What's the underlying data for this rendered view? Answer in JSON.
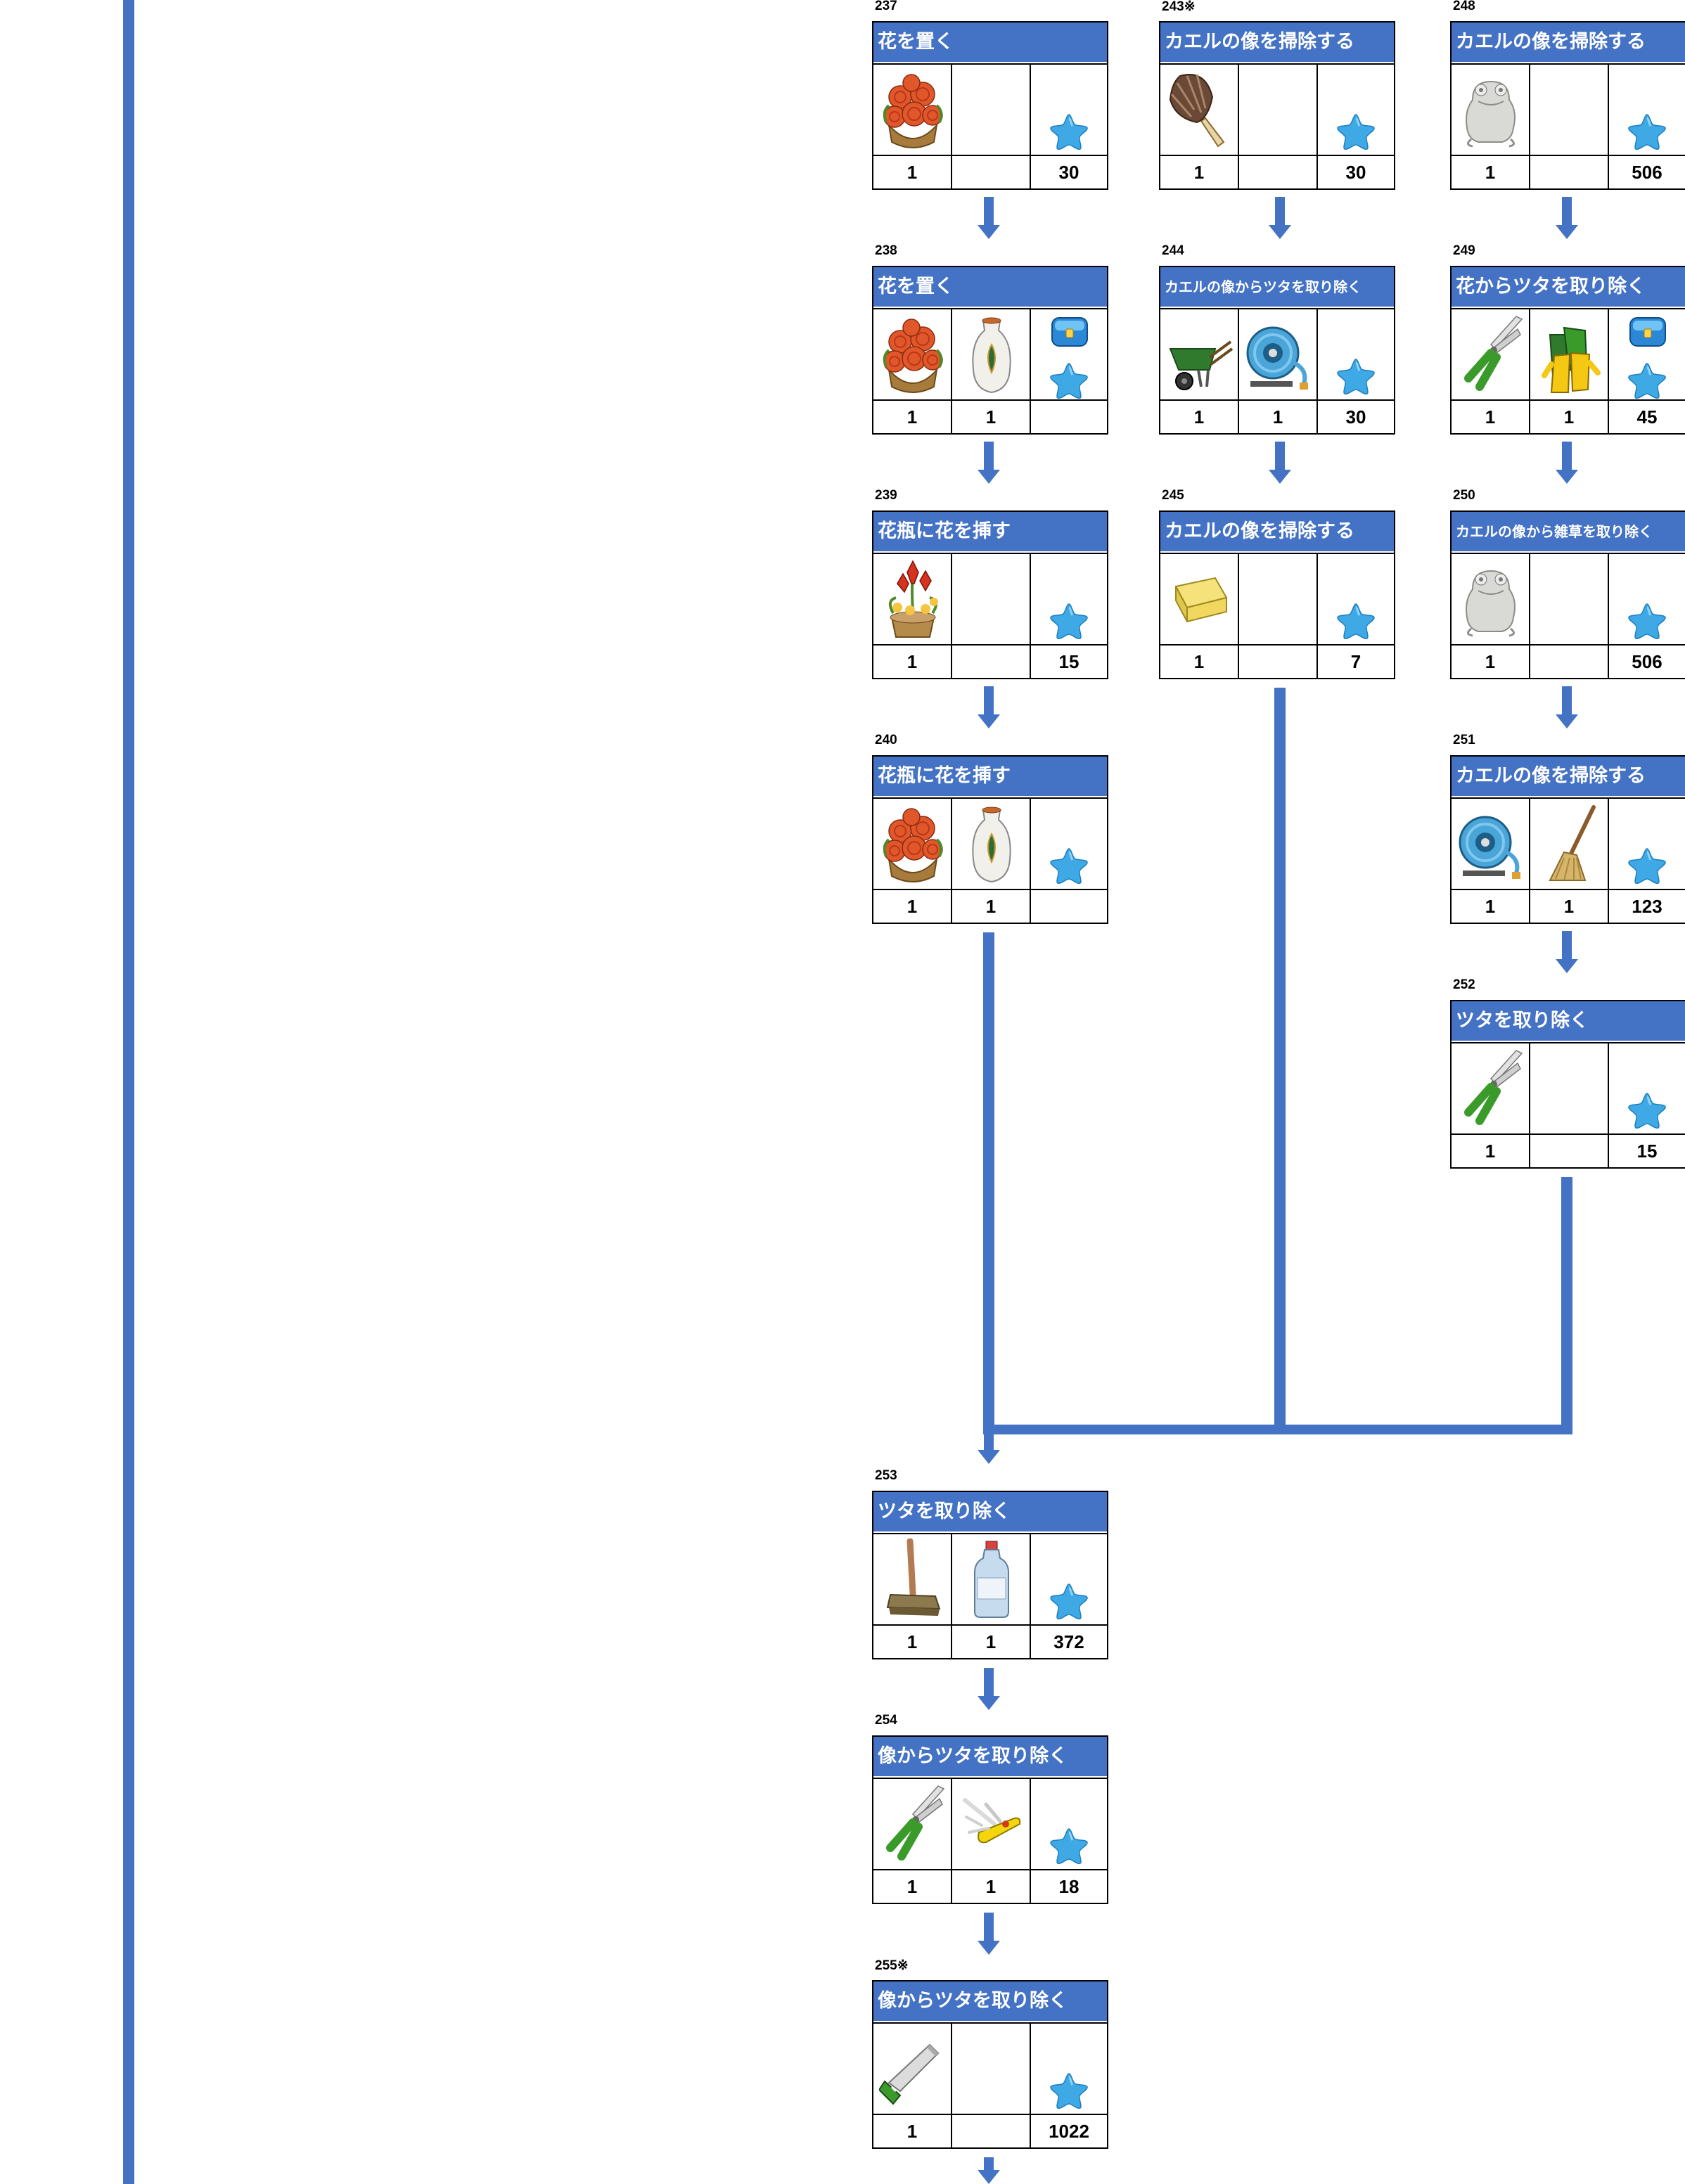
{
  "colors": {
    "accent": "#4472c4",
    "star": "#3fa9e6",
    "border": "#000000"
  },
  "cards": {
    "c237": {
      "num": "237",
      "title": "花を置く",
      "q1": "1",
      "q2": "",
      "q3": "30",
      "items": [
        "flower-basket-icon",
        "",
        "star-icon"
      ]
    },
    "c238": {
      "num": "238",
      "title": "花を置く",
      "q1": "1",
      "q2": "1",
      "q3": "",
      "items": [
        "flower-basket-icon",
        "vase-icon",
        "chest-icon"
      ]
    },
    "c239": {
      "num": "239",
      "title": "花瓶に花を挿す",
      "q1": "1",
      "q2": "",
      "q3": "15",
      "items": [
        "flower-pot-icon",
        "",
        "star-icon"
      ]
    },
    "c240": {
      "num": "240",
      "title": "花瓶に花を挿す",
      "q1": "1",
      "q2": "1",
      "q3": "",
      "items": [
        "flower-basket-icon",
        "vase-icon",
        "star-icon"
      ]
    },
    "c243": {
      "num": "243※",
      "title": "カエルの像を掃除する",
      "q1": "1",
      "q2": "",
      "q3": "30",
      "items": [
        "feather-duster-icon",
        "",
        "star-icon"
      ]
    },
    "c244": {
      "num": "244",
      "title": "カエルの像からツタを取り除く",
      "q1": "1",
      "q2": "1",
      "q3": "30",
      "items": [
        "wheelbarrow-icon",
        "hose-reel-icon",
        "star-icon"
      ]
    },
    "c245": {
      "num": "245",
      "title": "カエルの像を掃除する",
      "q1": "1",
      "q2": "",
      "q3": "7",
      "items": [
        "sponge-icon",
        "",
        "star-icon"
      ]
    },
    "c248": {
      "num": "248",
      "title": "カエルの像を掃除する",
      "q1": "1",
      "q2": "",
      "q3": "506",
      "items": [
        "frog-statue-icon",
        "",
        "star-icon"
      ]
    },
    "c249": {
      "num": "249",
      "title": "花からツタを取り除く",
      "q1": "1",
      "q2": "1",
      "q3": "45",
      "items": [
        "pruning-shears-icon",
        "gloves-icon",
        "chest-icon"
      ]
    },
    "c250": {
      "num": "250",
      "title": "カエルの像から雑草を取り除く",
      "q1": "1",
      "q2": "",
      "q3": "506",
      "items": [
        "frog-statue-icon",
        "",
        "star-icon"
      ]
    },
    "c251": {
      "num": "251",
      "title": "カエルの像を掃除する",
      "q1": "1",
      "q2": "1",
      "q3": "123",
      "items": [
        "hose-reel-icon",
        "mop-icon",
        "star-icon"
      ]
    },
    "c252": {
      "num": "252",
      "title": "ツタを取り除く",
      "q1": "1",
      "q2": "",
      "q3": "15",
      "items": [
        "pruning-shears-icon",
        "",
        "star-icon"
      ]
    },
    "c253": {
      "num": "253",
      "title": "ツタを取り除く",
      "q1": "1",
      "q2": "1",
      "q3": "372",
      "items": [
        "broom-icon",
        "spray-bottle-icon",
        "star-icon"
      ]
    },
    "c254": {
      "num": "254",
      "title": "像からツタを取り除く",
      "q1": "1",
      "q2": "1",
      "q3": "18",
      "items": [
        "pruning-shears-icon",
        "pocket-knife-icon",
        "star-icon"
      ]
    },
    "c255": {
      "num": "255※",
      "title": "像からツタを取り除く",
      "q1": "1",
      "q2": "",
      "q3": "1022",
      "items": [
        "hand-saw-icon",
        "",
        "star-icon"
      ]
    }
  }
}
